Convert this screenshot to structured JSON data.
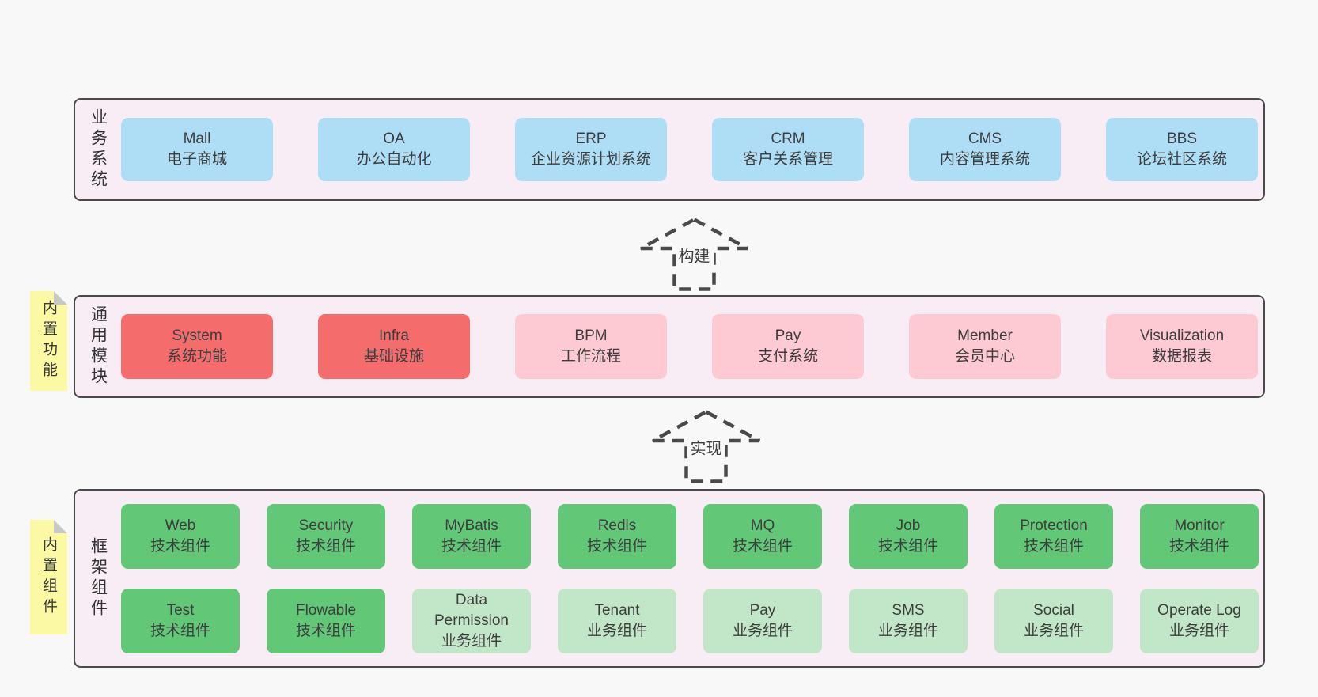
{
  "colors": {
    "page_bg": "#f8f8f8",
    "panel_bg": "#f9edf5",
    "panel_border": "#4a4a4b",
    "blue_box": "#aeddf6",
    "red_box": "#f56c6c",
    "pink_box": "#fdc9d2",
    "green_box": "#62c878",
    "light_green_box": "#c2e7c8",
    "note_bg": "#fbf9a4",
    "note_fold": "#c8c8cb",
    "text": "#3d3d3d"
  },
  "arrows": {
    "build": {
      "label": "构建"
    },
    "implement": {
      "label": "实现"
    }
  },
  "layers": {
    "business": {
      "side_label": "业务系统",
      "boxes": [
        {
          "en": "Mall",
          "zh": "电子商城"
        },
        {
          "en": "OA",
          "zh": "办公自动化"
        },
        {
          "en": "ERP",
          "zh": "企业资源计划系统"
        },
        {
          "en": "CRM",
          "zh": "客户关系管理"
        },
        {
          "en": "CMS",
          "zh": "内容管理系统"
        },
        {
          "en": "BBS",
          "zh": "论坛社区系统"
        }
      ]
    },
    "modules": {
      "side_label": "通用模块",
      "note": "内置功能",
      "boxes": [
        {
          "en": "System",
          "zh": "系统功能"
        },
        {
          "en": "Infra",
          "zh": "基础设施"
        },
        {
          "en": "BPM",
          "zh": "工作流程"
        },
        {
          "en": "Pay",
          "zh": "支付系统"
        },
        {
          "en": "Member",
          "zh": "会员中心"
        },
        {
          "en": "Visualization",
          "zh": "数据报表"
        }
      ]
    },
    "components": {
      "side_label": "框架组件",
      "note": "内置组件",
      "row1": [
        {
          "en": "Web",
          "zh": "技术组件"
        },
        {
          "en": "Security",
          "zh": "技术组件"
        },
        {
          "en": "MyBatis",
          "zh": "技术组件"
        },
        {
          "en": "Redis",
          "zh": "技术组件"
        },
        {
          "en": "MQ",
          "zh": "技术组件"
        },
        {
          "en": "Job",
          "zh": "技术组件"
        },
        {
          "en": "Protection",
          "zh": "技术组件"
        },
        {
          "en": "Monitor",
          "zh": "技术组件"
        }
      ],
      "row2": [
        {
          "en": "Test",
          "zh": "技术组件"
        },
        {
          "en": "Flowable",
          "zh": "技术组件"
        },
        {
          "en": "Data Permission",
          "zh": "业务组件"
        },
        {
          "en": "Tenant",
          "zh": "业务组件"
        },
        {
          "en": "Pay",
          "zh": "业务组件"
        },
        {
          "en": "SMS",
          "zh": "业务组件"
        },
        {
          "en": "Social",
          "zh": "业务组件"
        },
        {
          "en": "Operate Log",
          "zh": "业务组件"
        }
      ]
    }
  }
}
